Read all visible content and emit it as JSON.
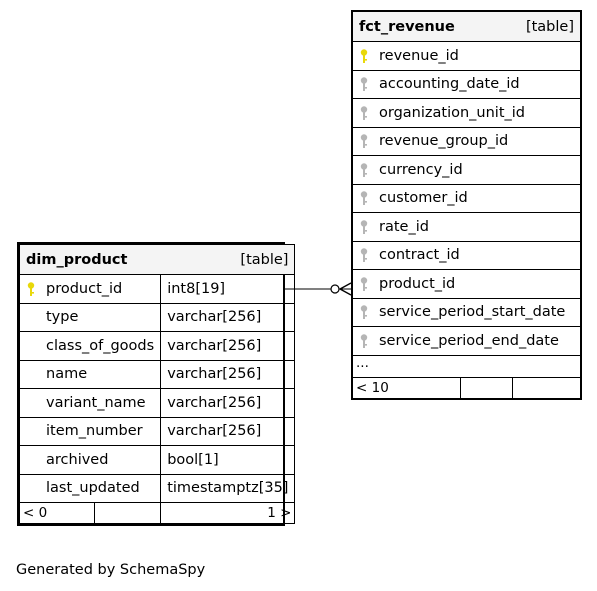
{
  "dim_product": {
    "name": "dim_product",
    "kind": "[table]",
    "columns": [
      {
        "name": "product_id",
        "type": "int8[19]",
        "key": "primary"
      },
      {
        "name": "type",
        "type": "varchar[256]",
        "key": "none"
      },
      {
        "name": "class_of_goods",
        "type": "varchar[256]",
        "key": "none"
      },
      {
        "name": "name",
        "type": "varchar[256]",
        "key": "none"
      },
      {
        "name": "variant_name",
        "type": "varchar[256]",
        "key": "none"
      },
      {
        "name": "item_number",
        "type": "varchar[256]",
        "key": "none"
      },
      {
        "name": "archived",
        "type": "bool[1]",
        "key": "none"
      },
      {
        "name": "last_updated",
        "type": "timestamptz[35]",
        "key": "none"
      }
    ],
    "parents": "< 0",
    "children": "1 >"
  },
  "fct_revenue": {
    "name": "fct_revenue",
    "kind": "[table]",
    "columns": [
      {
        "name": "revenue_id",
        "key": "primary"
      },
      {
        "name": "accounting_date_id",
        "key": "foreign"
      },
      {
        "name": "organization_unit_id",
        "key": "foreign"
      },
      {
        "name": "revenue_group_id",
        "key": "foreign"
      },
      {
        "name": "currency_id",
        "key": "foreign"
      },
      {
        "name": "customer_id",
        "key": "foreign"
      },
      {
        "name": "rate_id",
        "key": "foreign"
      },
      {
        "name": "contract_id",
        "key": "foreign"
      },
      {
        "name": "product_id",
        "key": "foreign"
      },
      {
        "name": "service_period_start_date",
        "key": "foreign"
      },
      {
        "name": "service_period_end_date",
        "key": "foreign"
      }
    ],
    "ellipsis": "...",
    "parents": "< 10"
  },
  "colors": {
    "primary_key": "#e8d80a",
    "foreign_key": "#b5b5b5"
  },
  "footer": {
    "credit": "Generated by SchemaSpy"
  }
}
